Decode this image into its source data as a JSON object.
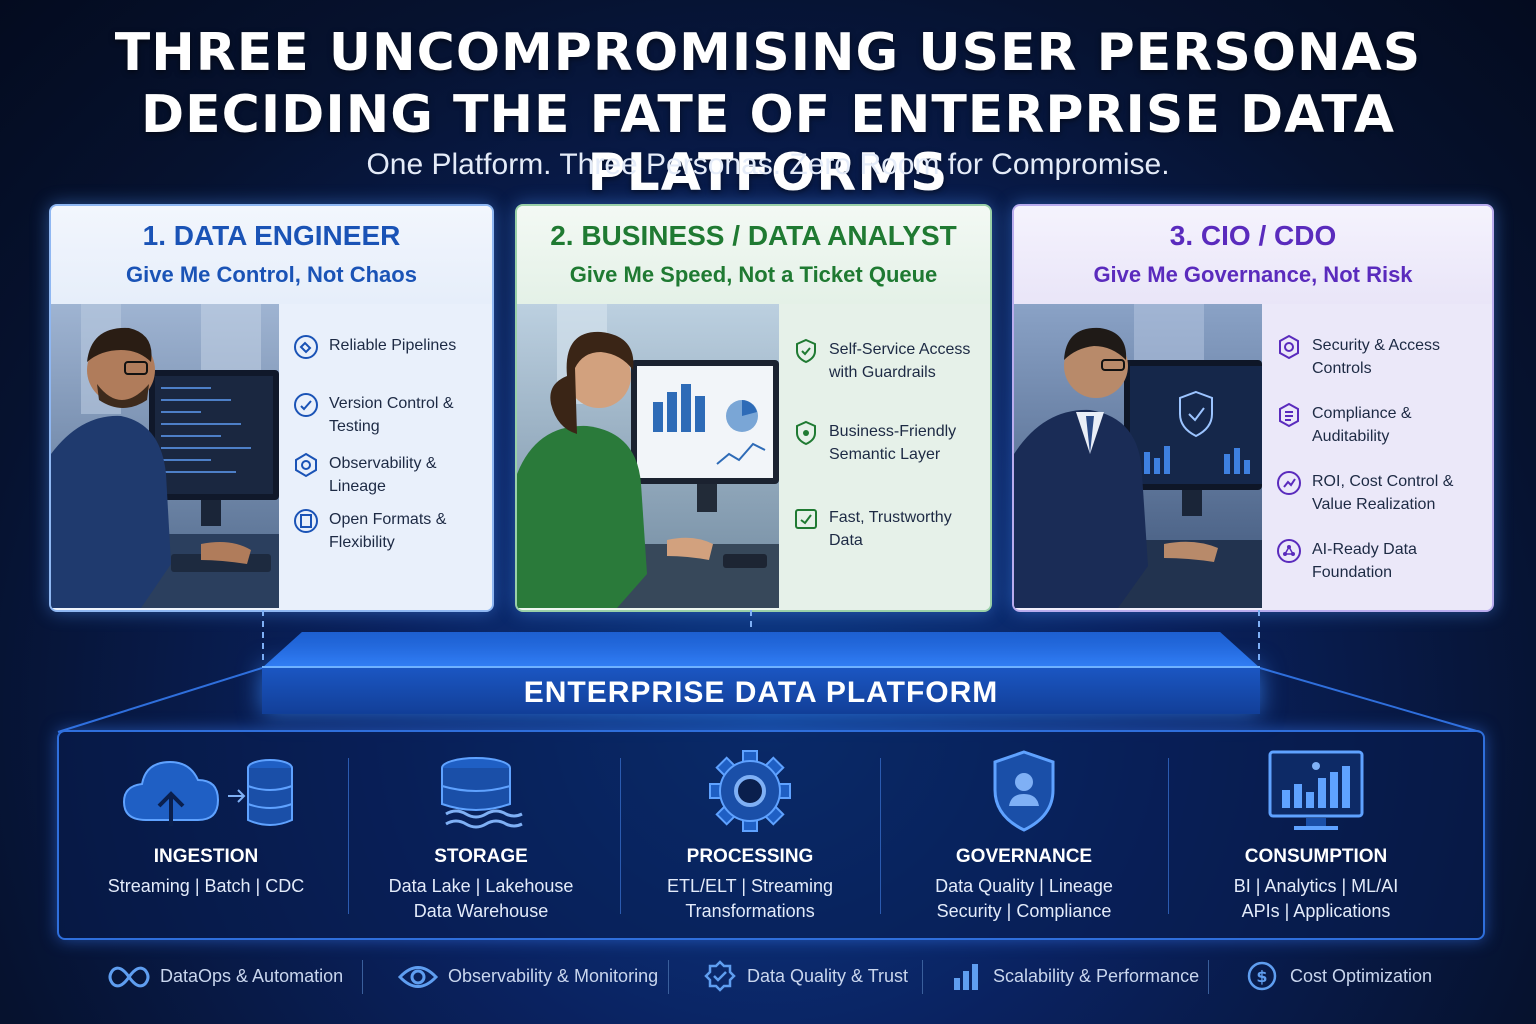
{
  "title_line1": "THREE UNCOMPROMISING USER PERSONAS",
  "title_line2": "DECIDING THE FATE OF ENTERPRISE DATA PLATFORMS",
  "subtitle": "One Platform. Three Personas. Zero Room for Compromise.",
  "personas": [
    {
      "title": "1. DATA ENGINEER",
      "tagline": "Give Me Control, Not Chaos",
      "accent": "#1a53b6",
      "features": [
        "Reliable Pipelines",
        "Version Control & Testing",
        "Observability & Lineage",
        "Open Formats & Flexibility"
      ]
    },
    {
      "title": "2. BUSINESS / DATA ANALYST",
      "tagline": "Give Me Speed, Not a Ticket Queue",
      "accent": "#1f7a32",
      "features": [
        "Self-Service Access with Guardrails",
        "Business-Friendly Semantic Layer",
        "Fast, Trustworthy Data"
      ]
    },
    {
      "title": "3. CIO / CDO",
      "tagline": "Give Me Governance, Not Risk",
      "accent": "#5a2bbd",
      "features": [
        "Security & Access Controls",
        "Compliance & Auditability",
        "ROI, Cost Control & Value Realization",
        "AI-Ready Data Foundation"
      ]
    }
  ],
  "platform": {
    "label": "ENTERPRISE DATA PLATFORM",
    "layers": [
      {
        "title": "INGESTION",
        "line1": "Streaming | Batch | CDC",
        "line2": "",
        "icon": "cloud-database-icon"
      },
      {
        "title": "STORAGE",
        "line1": "Data Lake | Lakehouse",
        "line2": "Data Warehouse",
        "icon": "storage-icon"
      },
      {
        "title": "PROCESSING",
        "line1": "ETL/ELT | Streaming",
        "line2": "Transformations",
        "icon": "gear-icon"
      },
      {
        "title": "GOVERNANCE",
        "line1": "Data Quality | Lineage",
        "line2": "Security | Compliance",
        "icon": "shield-user-icon"
      },
      {
        "title": "CONSUMPTION",
        "line1": "BI | Analytics | ML/AI",
        "line2": "APIs | Applications",
        "icon": "dashboard-monitor-icon"
      }
    ]
  },
  "pillars": [
    {
      "label": "DataOps & Automation",
      "icon": "infinity-icon"
    },
    {
      "label": "Observability & Monitoring",
      "icon": "eye-icon"
    },
    {
      "label": "Data Quality & Trust",
      "icon": "badge-check-icon"
    },
    {
      "label": "Scalability & Performance",
      "icon": "bar-chart-icon"
    },
    {
      "label": "Cost Optimization",
      "icon": "dollar-icon"
    }
  ]
}
